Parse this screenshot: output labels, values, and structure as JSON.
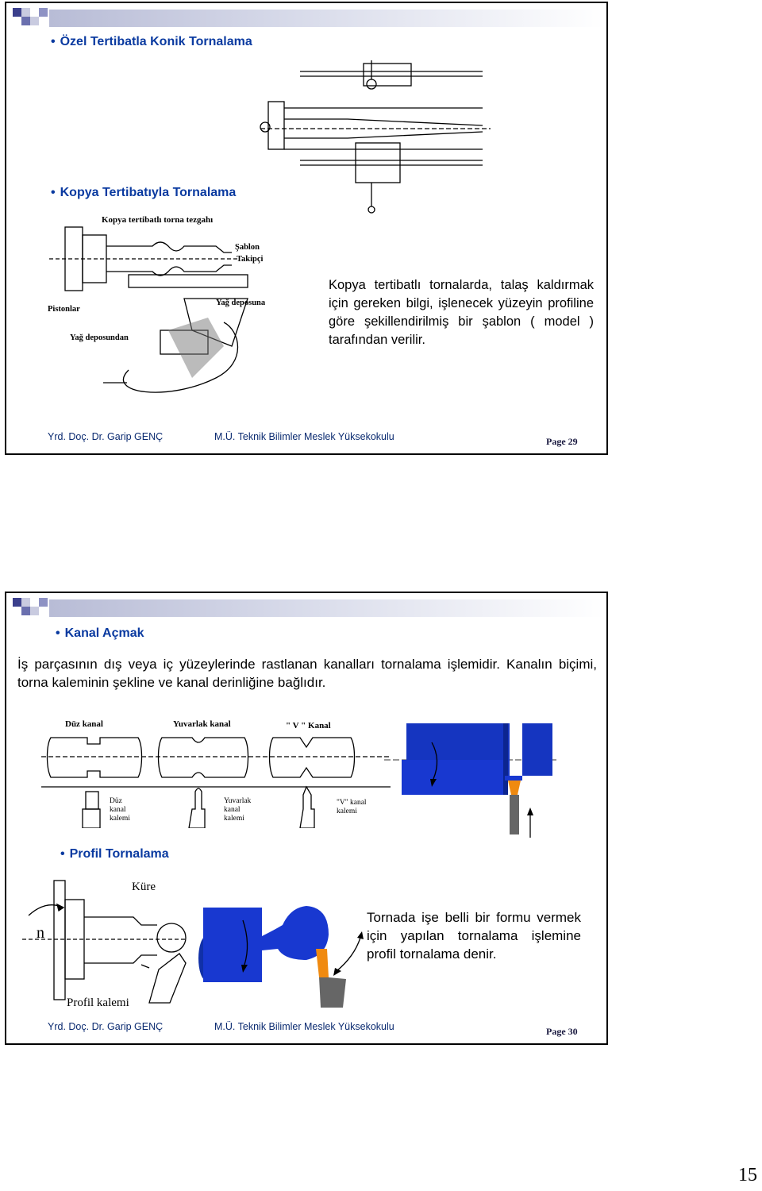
{
  "slide1": {
    "heading1": "Özel Tertibatla Konik Tornalama",
    "heading2": "Kopya Tertibatıyla Tornalama",
    "figure_kopya": {
      "title": "Kopya tertibatlı torna tezgahı",
      "labels": {
        "sablon": "Şablon",
        "takipci": "Takipçi",
        "pistonlar": "Pistonlar",
        "yag_deposuna": "Yağ deposuna",
        "yag_deposundan": "Yağ deposundan"
      }
    },
    "body": "Kopya tertibatlı tornalarda, talaş kaldırmak için gereken bilgi, işlenecek yüzeyin profiline göre şekillendirilmiş bir şablon ( model ) tarafından verilir.",
    "footer_author": "Yrd. Doç. Dr. Garip GENÇ",
    "footer_school": "M.Ü. Teknik Bilimler Meslek Yüksekokulu",
    "page": "Page 29"
  },
  "slide2": {
    "heading1": "Kanal Açmak",
    "body": "İş parçasının dış veya iç yüzeylerinde rastlanan kanalları tornalama işlemidir. Kanalın biçimi, torna kaleminin şekline ve kanal derinliğine bağlıdır.",
    "grooves": [
      {
        "title": "Düz kanal",
        "tool": [
          "Düz",
          "kanal",
          "kalemi"
        ]
      },
      {
        "title": "Yuvarlak kanal",
        "tool": [
          "Yuvarlak",
          "kanal",
          "kalemi"
        ]
      },
      {
        "title": "\" V \" Kanal",
        "tool": [
          "\"V\" kanal",
          "kalemi"
        ]
      }
    ],
    "heading2": "Profil Tornalama",
    "profile_fig": {
      "kure": "Küre",
      "n": "n",
      "profil_kalemi": "Profil kalemi"
    },
    "body2": "Tornada işe belli bir formu vermek için yapılan tornalama işlemine profil tornalama denir.",
    "footer_author": "Yrd. Doç. Dr. Garip GENÇ",
    "footer_school": "M.Ü. Teknik Bilimler Meslek Yüksekokulu",
    "page": "Page 30"
  },
  "document_page": "15",
  "colors": {
    "heading": "#0a3aa0",
    "blue_part": "#1535c0",
    "orange_tip": "#f08a10"
  }
}
